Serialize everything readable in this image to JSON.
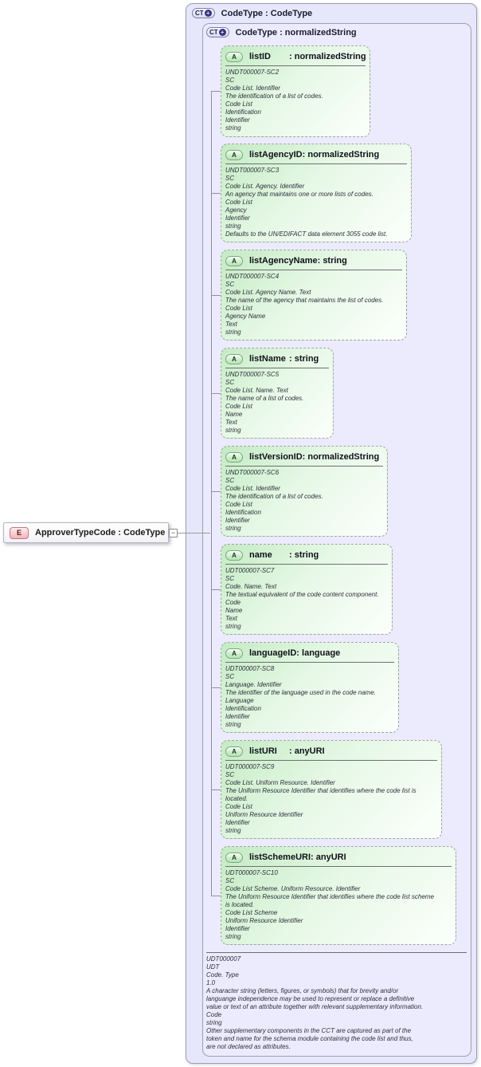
{
  "colors": {
    "panel_fill": "#e7e7fb",
    "inner_panel_fill": "#ebebfd",
    "attribute_fill_start": "#c3ebc3",
    "attribute_fill_end": "#fcfffc",
    "element_icon_fill": "#f3b4ba",
    "border_gray": "#9d9db6"
  },
  "outer_type": {
    "icon": "CT",
    "plus": "+",
    "title": "CodeType : CodeType"
  },
  "inner_type": {
    "icon": "CT",
    "plus": "+",
    "title": "CodeType : normalizedString"
  },
  "element": {
    "icon": "E",
    "label": "ApproverTypeCode : CodeType",
    "collapse_glyph": "−"
  },
  "attributes": [
    {
      "icon": "A",
      "name": "listID",
      "type": ": normalizedString",
      "doc": [
        "UNDT000007-SC2",
        "SC",
        "Code List. Identifier",
        "The identification of a list of codes.",
        "Code List",
        "Identification",
        "Identifier",
        "string"
      ]
    },
    {
      "icon": "A",
      "name": "listAgencyID",
      "type": ": normalizedString",
      "doc": [
        "UNDT000007-SC3",
        "SC",
        "Code List. Agency. Identifier",
        "An agency that maintains one or more lists of codes.",
        "Code List",
        "Agency",
        "Identifier",
        "string",
        "Defaults to the UN/EDIFACT data element 3055 code list."
      ]
    },
    {
      "icon": "A",
      "name": "listAgencyName",
      "type": ": string",
      "doc": [
        "UNDT000007-SC4",
        "SC",
        "Code List. Agency Name. Text",
        "The name of the agency that maintains the list of codes.",
        "Code List",
        "Agency Name",
        "Text",
        "string"
      ]
    },
    {
      "icon": "A",
      "name": "listName",
      "type": ": string",
      "doc": [
        "UNDT000007-SC5",
        "SC",
        "Code List. Name. Text",
        "The name of a list of codes.",
        "Code List",
        "Name",
        "Text",
        "string"
      ]
    },
    {
      "icon": "A",
      "name": "listVersionID",
      "type": ": normalizedString",
      "doc": [
        "UNDT000007-SC6",
        "SC",
        "Code List. Identifier",
        "The identification of a list of codes.",
        "Code List",
        "Identification",
        "Identifier",
        "string"
      ]
    },
    {
      "icon": "A",
      "name": "name",
      "type": ": string",
      "doc": [
        "UDT000007-SC7",
        "SC",
        "Code. Name. Text",
        "The textual equivalent of the code content component.",
        "Code",
        "Name",
        "Text",
        "string"
      ]
    },
    {
      "icon": "A",
      "name": "languageID",
      "type": ": language",
      "doc": [
        "UDT000007-SC8",
        "SC",
        "Language. Identifier",
        "The identifier of the language used in the code name.",
        "Language",
        "Identification",
        "Identifier",
        "string"
      ]
    },
    {
      "icon": "A",
      "name": "listURI",
      "type": ": anyURI",
      "doc": [
        "UDT000007-SC9",
        "SC",
        "Code List. Uniform Resource. Identifier",
        "The Uniform Resource Identifier that identifies where the code list is",
        "located.",
        "Code List",
        "Uniform Resource Identifier",
        "Identifier",
        "string"
      ]
    },
    {
      "icon": "A",
      "name": "listSchemeURI",
      "type": ": anyURI",
      "doc": [
        "UDT000007-SC10",
        "SC",
        "Code List Scheme. Uniform Resource. Identifier",
        "The Uniform Resource Identifier that identifies where the code list scheme",
        "is located.",
        "Code List Scheme",
        "Uniform Resource Identifier",
        "Identifier",
        "string"
      ]
    }
  ],
  "type_annotation": {
    "lines": [
      "UDT000007",
      "UDT",
      "Code. Type",
      "1.0",
      "A character string (letters, figures, or symbols) that for brevity and/or",
      "languange independence may be used to represent or replace a definitive",
      "value or text of an attribute together with relevant supplementary information.",
      "Code",
      "string",
      "Other supplementary components in the CCT are captured as part of the",
      "token and name for the schema module containing the code list and thus,",
      "are not declared as attributes."
    ]
  }
}
